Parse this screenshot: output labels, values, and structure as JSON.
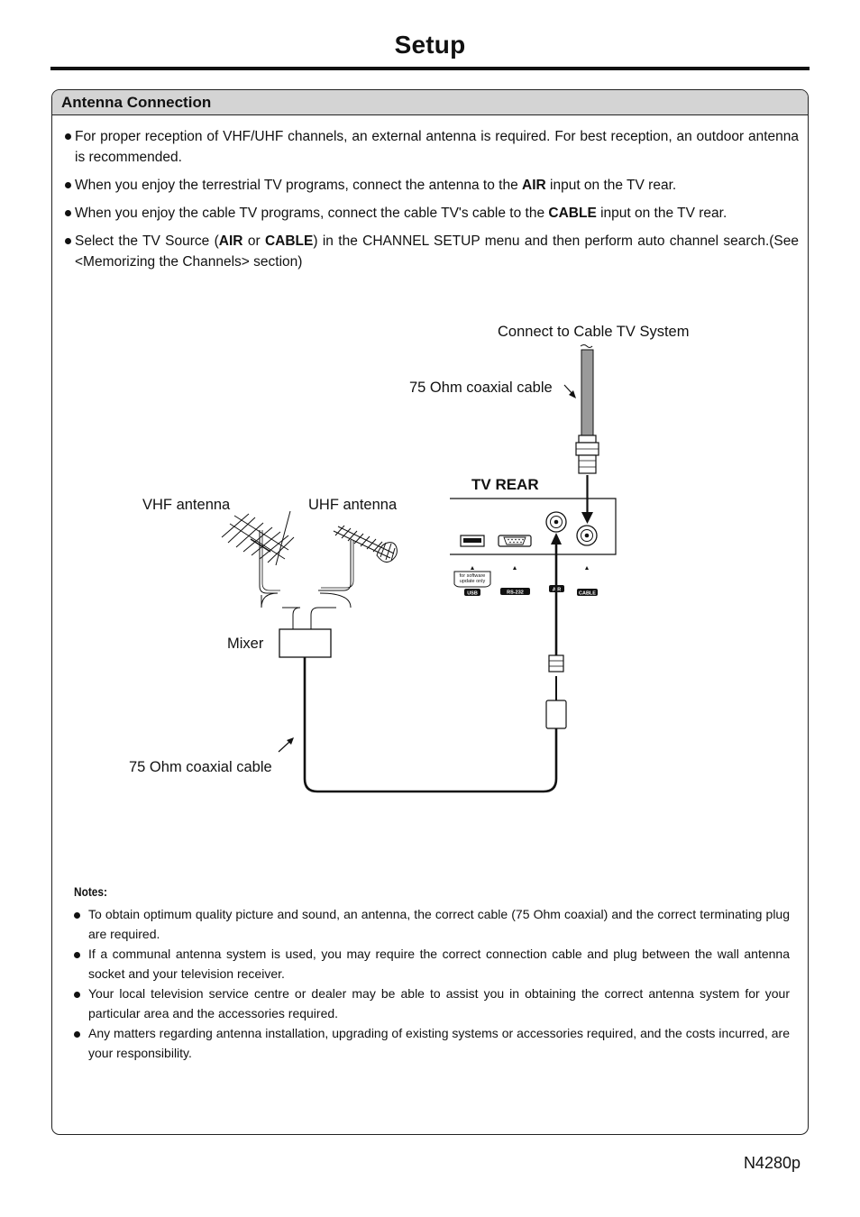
{
  "page": {
    "title": "Setup",
    "model_code": "N4280p"
  },
  "section": {
    "title": "Antenna Connection",
    "bullets": [
      {
        "parts": [
          {
            "t": "For proper reception of VHF/UHF channels, an external antenna is required. For best reception, an outdoor antenna is recommended."
          }
        ]
      },
      {
        "parts": [
          {
            "t": "When you enjoy the terrestrial TV programs, connect the antenna to the "
          },
          {
            "t": "AIR",
            "b": true
          },
          {
            "t": " input on the TV rear."
          }
        ]
      },
      {
        "parts": [
          {
            "t": "When you enjoy the cable TV programs, connect the cable TV's cable to the "
          },
          {
            "t": "CABLE",
            "b": true
          },
          {
            "t": " input on the TV rear."
          }
        ]
      },
      {
        "parts": [
          {
            "t": "Select the TV Source ("
          },
          {
            "t": "AIR",
            "b": true
          },
          {
            "t": " or "
          },
          {
            "t": "CABLE",
            "b": true
          },
          {
            "t": ") in the CHANNEL SETUP menu and then perform auto channel search.(See <Memorizing the Channels> section)"
          }
        ]
      }
    ]
  },
  "diagram": {
    "cable_system_label": "Connect to Cable TV System",
    "coax_top_label": "75 Ohm coaxial cable",
    "tv_rear_label": "TV REAR",
    "vhf_label": "VHF antenna",
    "uhf_label": "UHF antenna",
    "mixer_label": "Mixer",
    "coax_bottom_label": "75 Ohm coaxial cable",
    "usb_note_line1": "for software",
    "usb_note_line2": "update only",
    "port_usb": "USB",
    "port_rs232": "RS-232",
    "port_air": "AIR",
    "port_cable": "CABLE"
  },
  "notes": {
    "title": "Notes:",
    "items": [
      "To obtain optimum quality picture and sound, an antenna, the correct cable (75 Ohm coaxial) and the correct terminating plug are required.",
      "If a communal antenna system is used, you may require the correct connection cable and plug between the wall antenna socket and your television receiver.",
      "Your local television service centre or dealer may be able to assist you in obtaining the correct antenna system for your particular area and the accessories required.",
      "Any matters regarding antenna installation, upgrading of existing systems or accessories required, and the costs incurred, are your responsibility."
    ]
  },
  "colors": {
    "header_bg": "#d4d4d4",
    "cable_gray": "#9a9a9a",
    "ink": "#111111"
  }
}
